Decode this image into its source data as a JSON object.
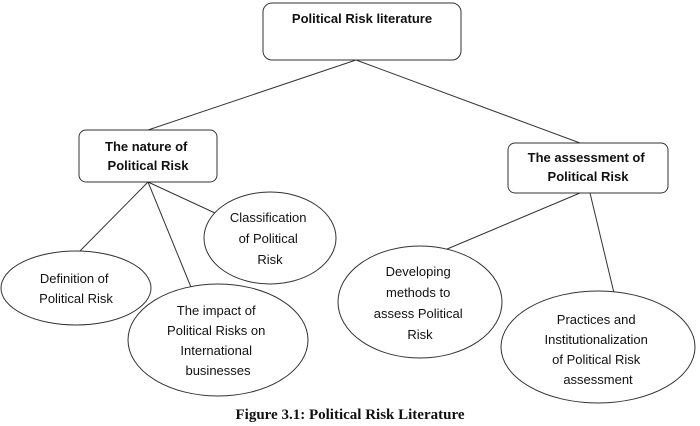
{
  "diagram": {
    "nodes": {
      "root": {
        "lines": [
          "Political Risk literature"
        ]
      },
      "nature": {
        "lines": [
          "The nature of",
          "Political Risk"
        ]
      },
      "assessment": {
        "lines": [
          "The assessment of",
          "Political Risk"
        ]
      },
      "classification": {
        "lines": [
          "Classification",
          "of Political",
          "Risk"
        ]
      },
      "definition": {
        "lines": [
          "Definition of",
          "Political Risk"
        ]
      },
      "impact": {
        "lines": [
          "The impact of",
          "Political Risks on",
          "International",
          "businesses"
        ]
      },
      "methods": {
        "lines": [
          "Developing",
          "methods to",
          "assess Political",
          "Risk"
        ]
      },
      "practices": {
        "lines": [
          "Practices and",
          "Institutionalization",
          "of Political Risk",
          "assessment"
        ]
      }
    },
    "caption": "Figure 3.1: Political Risk Literature"
  }
}
